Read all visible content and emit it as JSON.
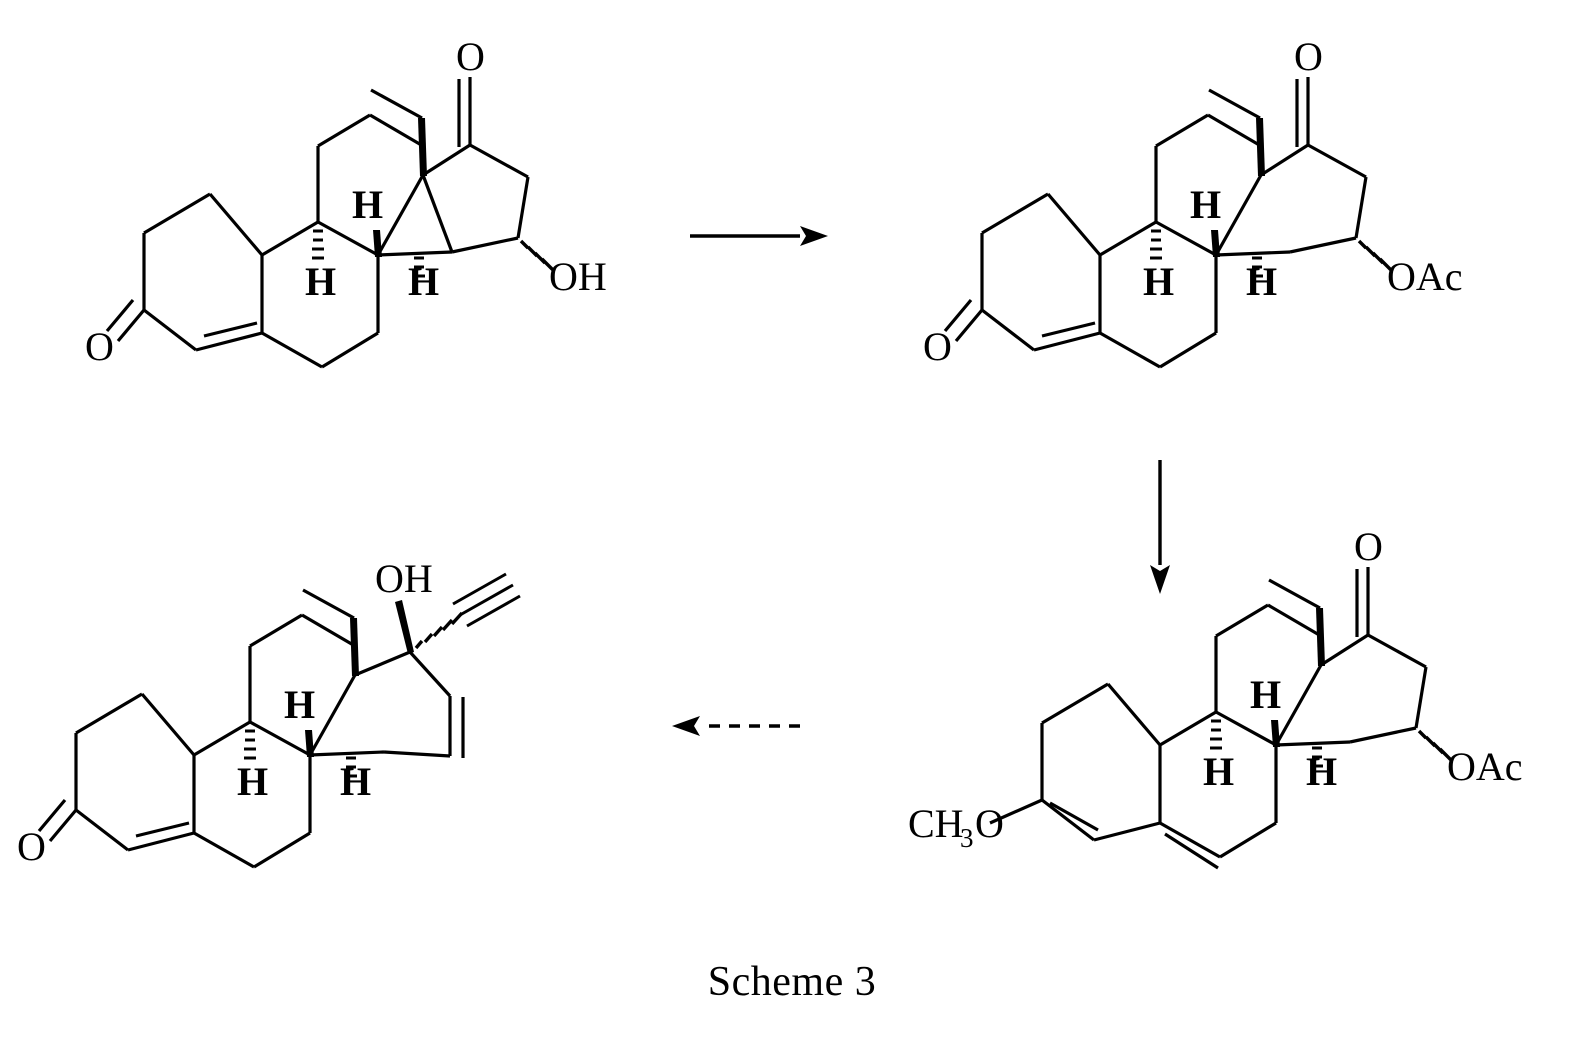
{
  "scheme": {
    "caption": "Scheme 3",
    "title": "Scheme 3"
  },
  "structures": [
    {
      "id": "compound-1",
      "position": "top-left",
      "labels": {
        "ketone_a_ring": "O",
        "ketone_d_ring": "O",
        "substituent": "OH",
        "h8": "H",
        "h9": "H",
        "h14": "H"
      },
      "features": {
        "a_ring_enone": "4-en-3-one",
        "d_ring": "17-ketone",
        "c15_substituent": "OH",
        "c15_bond_style": "hashed",
        "c13_substituent": "ethyl",
        "c13_bond_style": "bold-wedge"
      }
    },
    {
      "id": "compound-2",
      "position": "top-right",
      "labels": {
        "ketone_a_ring": "O",
        "ketone_d_ring": "O",
        "substituent": "OAc",
        "h8": "H",
        "h9": "H",
        "h14": "H"
      },
      "features": {
        "a_ring_enone": "4-en-3-one",
        "d_ring": "17-ketone",
        "c15_substituent": "OAc",
        "c15_bond_style": "hashed",
        "c13_substituent": "ethyl",
        "c13_bond_style": "bold-wedge"
      }
    },
    {
      "id": "compound-3",
      "position": "bottom-right",
      "labels": {
        "enol_ether": "CH",
        "enol_ether_sub": "3",
        "enol_ether_tail": "O",
        "ketone_d_ring": "O",
        "substituent": "OAc",
        "h8": "H",
        "h9": "H",
        "h14": "H"
      },
      "features": {
        "a_ring_enol_ether": "3-methoxy-3,5-diene",
        "d_ring": "17-ketone",
        "c15_substituent": "OAc",
        "c15_bond_style": "hashed",
        "c13_substituent": "ethyl",
        "c13_bond_style": "bold-wedge"
      }
    },
    {
      "id": "compound-4",
      "position": "bottom-left",
      "labels": {
        "ketone_a_ring": "O",
        "hydroxyl": "OH",
        "h8": "H",
        "h9": "H",
        "h14": "H"
      },
      "features": {
        "a_ring_enone": "4-en-3-one",
        "d_ring": "15-ene",
        "c17_substituent_1": "OH",
        "c17_bond_style_1": "bold-wedge",
        "c17_substituent_2": "ethynyl",
        "c17_bond_style_2": "hashed",
        "c13_substituent": "ethyl",
        "c13_bond_style": "bold-wedge"
      }
    }
  ],
  "arrows": [
    {
      "id": "arrow-1-to-2",
      "direction": "right",
      "style": "solid",
      "label": ""
    },
    {
      "id": "arrow-2-to-3",
      "direction": "down",
      "style": "solid",
      "label": ""
    },
    {
      "id": "arrow-3-to-4",
      "direction": "left",
      "style": "dashed",
      "label": ""
    }
  ],
  "colors": {
    "ink": "#000000",
    "background": "#ffffff"
  }
}
